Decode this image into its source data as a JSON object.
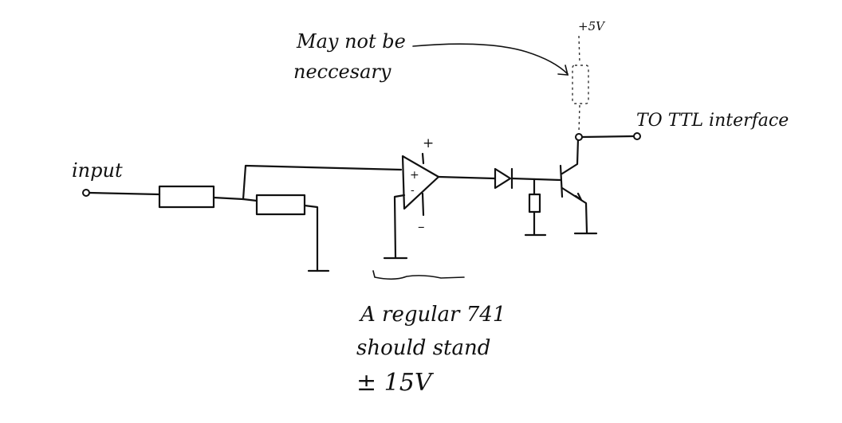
{
  "labels": {
    "input": "input",
    "supply": "+5V",
    "note_line1": "May not be",
    "note_line2": "neccesary",
    "ttl": "TO TTL interface",
    "opamp_plus": "+",
    "opamp_minus": "-",
    "supply_plus": "+",
    "supply_minus": "–",
    "caption_line1": "A regular 741",
    "caption_line2": "should stand",
    "caption_line3": "± 15V"
  }
}
